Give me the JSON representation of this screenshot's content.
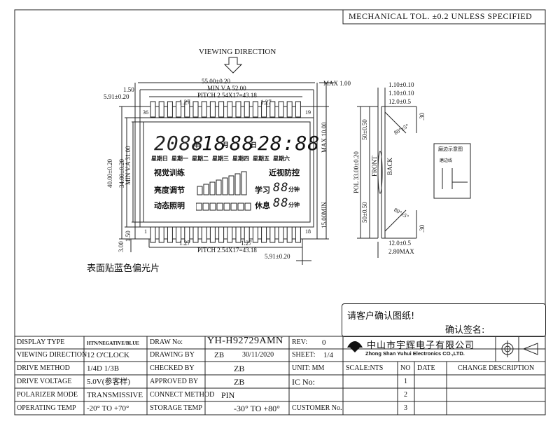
{
  "header": {
    "tolerance": "MECHANICAL TOL. ±0.2 UNLESS SPECIFIED"
  },
  "view": {
    "label": "VIEWING DIRECTION"
  },
  "dims": {
    "width": "55.00±0.20",
    "va": "MIN V.A 52.00",
    "pitch_top": "PITCH 2.54X17=43.18",
    "pin_top": "1.27",
    "pin_top2": "1.27",
    "left_150": "1.50",
    "left_591": "5.91±0.20",
    "pin36": "36",
    "pin19": "19",
    "pin1": "1",
    "pin18": "18",
    "height": "40.00±0.20",
    "height2": "34.00±0.20",
    "va_h": "MIN V.A 31.00",
    "bottom_150": "1.50",
    "bottom_300": "3.00",
    "pin_bot": "1.27",
    "pin_bot2": "1.27",
    "pitch_bot": "PITCH 2.54X17=43.18",
    "pitch_591": "5.91±0.20",
    "max100": "MAX 1.00",
    "max1000": "MAX 10.00",
    "min1500": "15.00MIN"
  },
  "side": {
    "d110a": "1.10±0.10",
    "d110b": "1.10±0.10",
    "d120a": "12.0±0.5",
    "d120b": "12.0±0.5",
    "d280": "2.80MAX",
    "pol": "POL 33.00±0.20",
    "front": "FRONT",
    "back": "BACK",
    "d50a": "50±0.50",
    "d50b": "50±0.50",
    "d30a": ".30",
    "d30b": ".30",
    "ang1": "80°±5°",
    "ang2": "80°±5°",
    "note_title": "磨边示意图",
    "note_sub": "磨边线"
  },
  "lcd": {
    "year": "2088",
    "y": "年",
    "month": "18",
    "m": "月",
    "day": "88",
    "d": "日",
    "time": "28:88",
    "weekdays": [
      "星期日",
      "星期一",
      "星期二",
      "星期三",
      "星期四",
      "星期五",
      "星期六"
    ],
    "r1l": "视觉训练",
    "r1r": "近视防控",
    "r2l": "亮度调节",
    "r2r": "学习",
    "r2d": "88",
    "r2u": "分钟",
    "r3l": "动态照明",
    "r3r": "休息",
    "r3d": "88",
    "r3u": "分钟"
  },
  "note": "表面贴蓝色偏光片",
  "approve": {
    "line1": "请客户确认图纸!",
    "line2": "确认签名:"
  },
  "company": {
    "cn": "中山市宇辉电子有限公司",
    "en": "Zhong Shan Yuhui Electronics CO.,LTD."
  },
  "table": {
    "rows": [
      {
        "k": "DISPLAY TYPE",
        "v": "HTN/NEGATIVE/BLUE",
        "k2": "DRAW No:",
        "v2": "YH-H92729AMN",
        "k3": "REV:",
        "v3": "0"
      },
      {
        "k": "VIEWING DIRECTION",
        "v": "12 O'CLOCK",
        "k2": "DRAWING BY",
        "v2a": "ZB",
        "v2b": "30/11/2020",
        "k3": "SHEET:",
        "v3": "1/4"
      },
      {
        "k": "DRIVE METHOD",
        "v": "1/4D   1/3B",
        "k2": "CHECKED BY",
        "v2": "ZB",
        "k3": "UNIT: MM"
      },
      {
        "k": "DRIVE VOLTAGE",
        "v": "5.0V(参客样)",
        "k2": "APPROVED BY",
        "v2": "ZB",
        "k3": "IC  No:"
      },
      {
        "k": "POLARIZER MODE",
        "v": "TRANSMISSIVE",
        "k2": "CONNECT METHOD",
        "v2": "PIN"
      },
      {
        "k": "OPERATING TEMP",
        "v": "-20° TO +70°",
        "k2": "STORAGE TEMP",
        "v2": "-30° TO +80°",
        "k3": "CUSTOMER No."
      }
    ],
    "scale": "SCALE:NTS",
    "no": "NO",
    "date": "DATE",
    "change": "CHANGE DESCRIPTION",
    "nums": [
      "1",
      "2",
      "3"
    ]
  }
}
